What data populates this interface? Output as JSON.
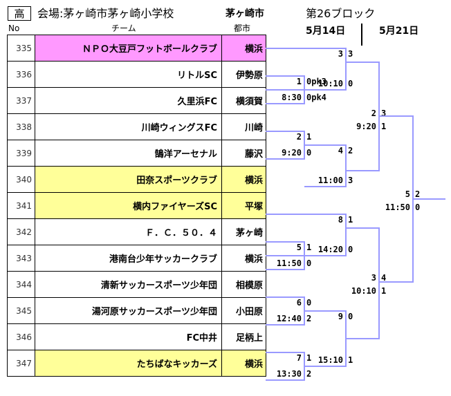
{
  "header": {
    "badge": "高",
    "venue": "会場:茅ヶ崎市茅ヶ崎小学校",
    "city": "茅ヶ崎市",
    "block": "第26ブロック",
    "col_no": "No",
    "col_team": "チーム",
    "col_city": "都市",
    "date1": "5月14日",
    "date2": "5月21日"
  },
  "colors": {
    "pink": "#FF99FF",
    "yellow": "#FFFF99",
    "line": "#9999FF"
  },
  "teams": [
    {
      "no": "335",
      "name": "ＮＰＯ大豆戸フットボールクラブ",
      "city": "横浜",
      "hl": "pink"
    },
    {
      "no": "336",
      "name": "リトルSC",
      "city": "伊勢原",
      "hl": ""
    },
    {
      "no": "337",
      "name": "久里浜FC",
      "city": "横須賀",
      "hl": ""
    },
    {
      "no": "338",
      "name": "川崎ウィングスFC",
      "city": "川崎",
      "hl": ""
    },
    {
      "no": "339",
      "name": "鵠洋アーセナル",
      "city": "藤沢",
      "hl": ""
    },
    {
      "no": "340",
      "name": "田奈スポーツクラブ",
      "city": "横浜",
      "hl": "yellow"
    },
    {
      "no": "341",
      "name": "横内ファイヤーズSC",
      "city": "平塚",
      "hl": "yellow"
    },
    {
      "no": "342",
      "name": "Ｆ．Ｃ．５０．４",
      "city": "茅ヶ崎",
      "hl": ""
    },
    {
      "no": "343",
      "name": "港南台少年サッカークラブ",
      "city": "横浜",
      "hl": ""
    },
    {
      "no": "344",
      "name": "清新サッカースポーツ少年団",
      "city": "相模原",
      "hl": ""
    },
    {
      "no": "345",
      "name": "湯河原サッカースポーツ少年団",
      "city": "小田原",
      "hl": ""
    },
    {
      "no": "346",
      "name": "FC中井",
      "city": "足柄上",
      "hl": ""
    },
    {
      "no": "347",
      "name": "たちばなキッカーズ",
      "city": "横浜",
      "hl": "yellow"
    }
  ],
  "matches": [
    {
      "id": "m1",
      "num": "1",
      "time": "8:30",
      "top": "0pk3",
      "bottom": "0pk4"
    },
    {
      "id": "m2",
      "num": "2",
      "time": "9:20",
      "top": "1",
      "bottom": "0"
    },
    {
      "id": "m3",
      "num": "3",
      "time": "10:10",
      "top": "3",
      "bottom": "0"
    },
    {
      "id": "m4",
      "num": "4",
      "time": "11:00",
      "top": "2",
      "bottom": "3"
    },
    {
      "id": "m5",
      "num": "5",
      "time": "11:50",
      "top": "1",
      "bottom": "0"
    },
    {
      "id": "m6",
      "num": "6",
      "time": "12:40",
      "top": "0",
      "bottom": "2"
    },
    {
      "id": "m7",
      "num": "7",
      "time": "13:30",
      "top": "1",
      "bottom": "2"
    },
    {
      "id": "m8",
      "num": "8",
      "time": "14:20",
      "top": "1",
      "bottom": "0"
    },
    {
      "id": "m9",
      "num": "9",
      "time": "15:10",
      "top": "0",
      "bottom": "1"
    },
    {
      "id": "m10",
      "num": "2",
      "time": "9:20",
      "top": "3",
      "bottom": "1"
    },
    {
      "id": "m11",
      "num": "3",
      "time": "10:10",
      "top": "4",
      "bottom": "1"
    },
    {
      "id": "m12",
      "num": "5",
      "time": "11:50",
      "top": "2",
      "bottom": "0"
    }
  ]
}
